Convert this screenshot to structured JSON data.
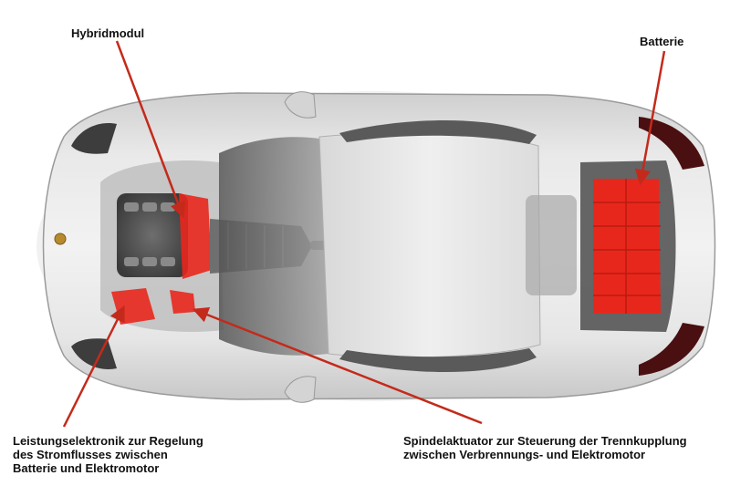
{
  "colors": {
    "accent": "#e8271c",
    "arrow": "#c42a1b",
    "body": "#d9d9d9",
    "glass": "#8f8f8f",
    "text": "#111111"
  },
  "labels": {
    "hybridmodul": "Hybridmodul",
    "batterie": "Batterie",
    "leistungselektronik": [
      "Leistungselektronik zur Regelung",
      "des Stromflusses zwischen",
      "Batterie und Elektromotor"
    ],
    "spindelaktuator": [
      "Spindelaktuator zur Steuerung der Trennkupplung",
      "zwischen Verbrennungs- und Elektromotor"
    ]
  }
}
